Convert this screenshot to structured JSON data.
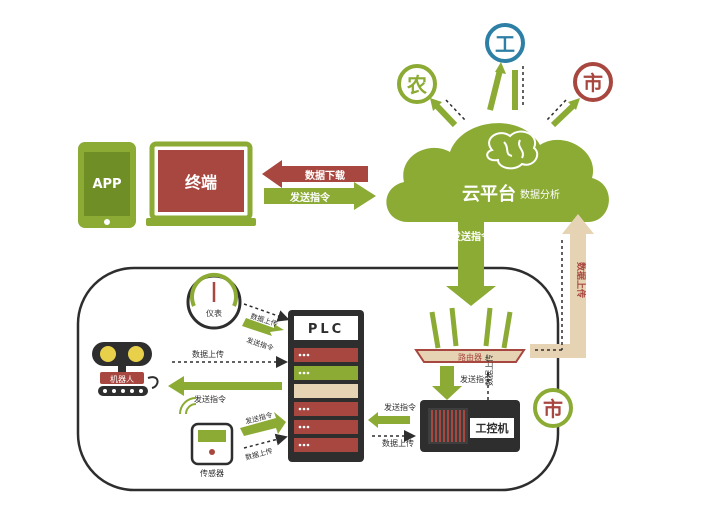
{
  "colors": {
    "green": "#8bab34",
    "green_dark": "#5f7a1d",
    "red": "#a8473f",
    "red_dark": "#7e2f2a",
    "blue": "#2d7fa6",
    "frame": "#2e2e2e",
    "tan": "#e6d3b3"
  },
  "nodes": {
    "nong": "农",
    "gong": "工",
    "shi_top": "市",
    "shi_bottom": "市",
    "app": "APP",
    "terminal": "终端",
    "cloud": "云平台",
    "cloud_sub": "数据分析",
    "plc": "PLC",
    "meter": "仪表",
    "robot": "机器人",
    "sensor": "传感器",
    "router": "路由器",
    "ipc": "工控机"
  },
  "arrows": {
    "data_download": "数据下载",
    "send_command_terminal": "发送指令",
    "cloud_send": "发送指令",
    "data_upload_right": "数据上传",
    "meter_up": "数据上传",
    "meter_cmd": "发送指令",
    "robot_up": "数据上传",
    "robot_cmd": "发送指令",
    "sensor_up": "数据上传",
    "sensor_cmd": "发送指令",
    "plc_cmd": "发送指令",
    "plc_up": "数据上传",
    "router_cmd": "发送指令",
    "router_up": "数据上传"
  }
}
